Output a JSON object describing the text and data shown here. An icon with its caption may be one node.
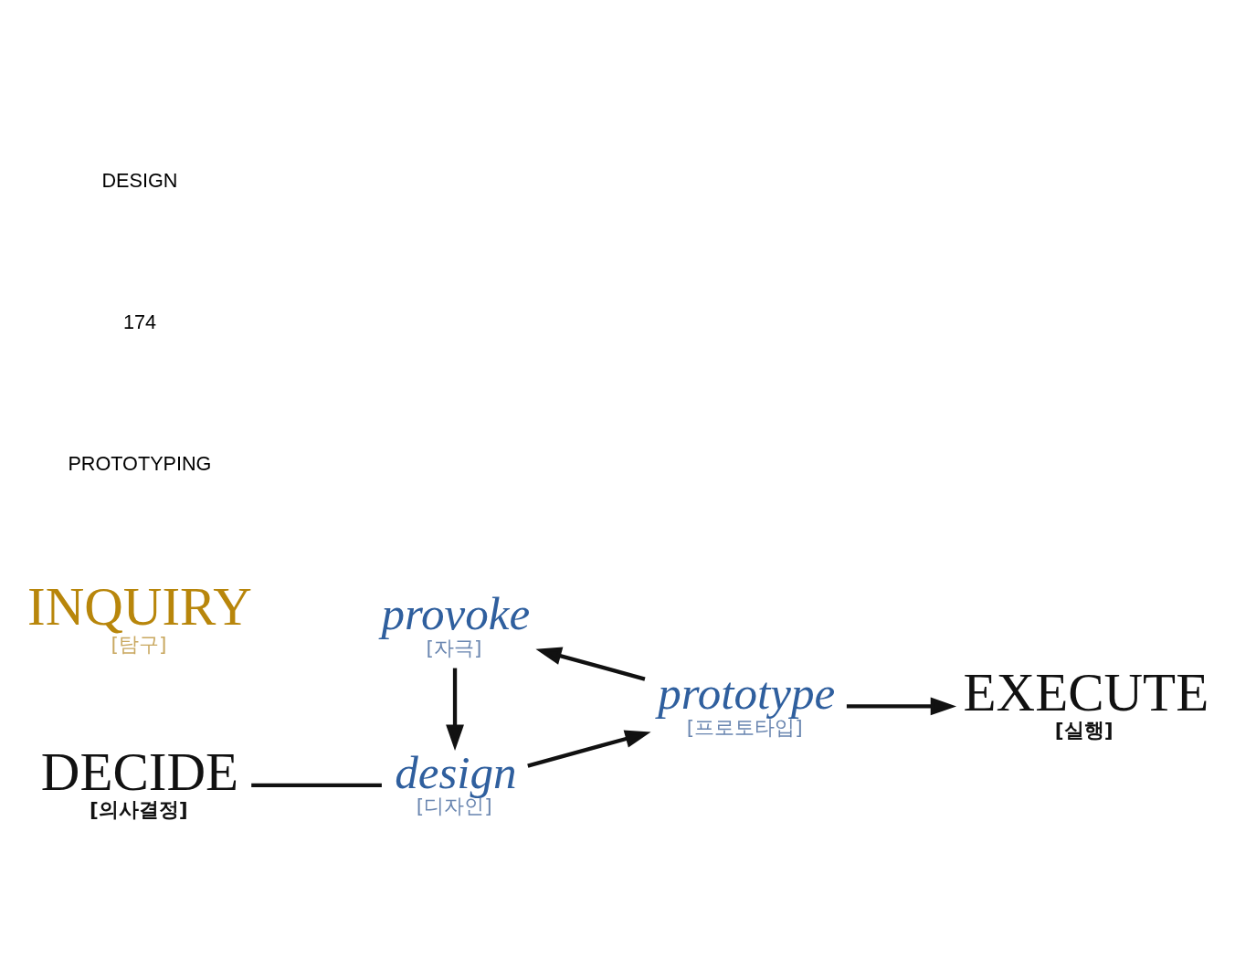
{
  "diagram": {
    "nodes": [
      {
        "text": [
          "DECIDE",
          "[의사결정]"
        ]
      },
      {
        "text": [
          "design",
          "[디자인]"
        ]
      },
      {
        "text": [
          "prototype",
          "[프로토타입]"
        ]
      },
      {
        "text": [
          "INQUIRY",
          "[탐구]"
        ]
      },
      {
        "text": [
          "provoke",
          "[자극]"
        ]
      },
      {
        "text": [
          "EXECUTE",
          "[실행]"
        ]
      }
    ],
    "edges": [
      {
        "from": 0,
        "to": 1,
        "arrow": "none"
      },
      {
        "from": 1,
        "to": 2,
        "arrow": "to"
      },
      {
        "from": 2,
        "to": 4,
        "arrow": "to"
      },
      {
        "from": 4,
        "to": 1,
        "arrow": "to"
      },
      {
        "from": 2,
        "to": 5,
        "arrow": "to"
      }
    ],
    "labels": [
      "PROTOTYPING",
      "174",
      "DESIGN"
    ]
  }
}
